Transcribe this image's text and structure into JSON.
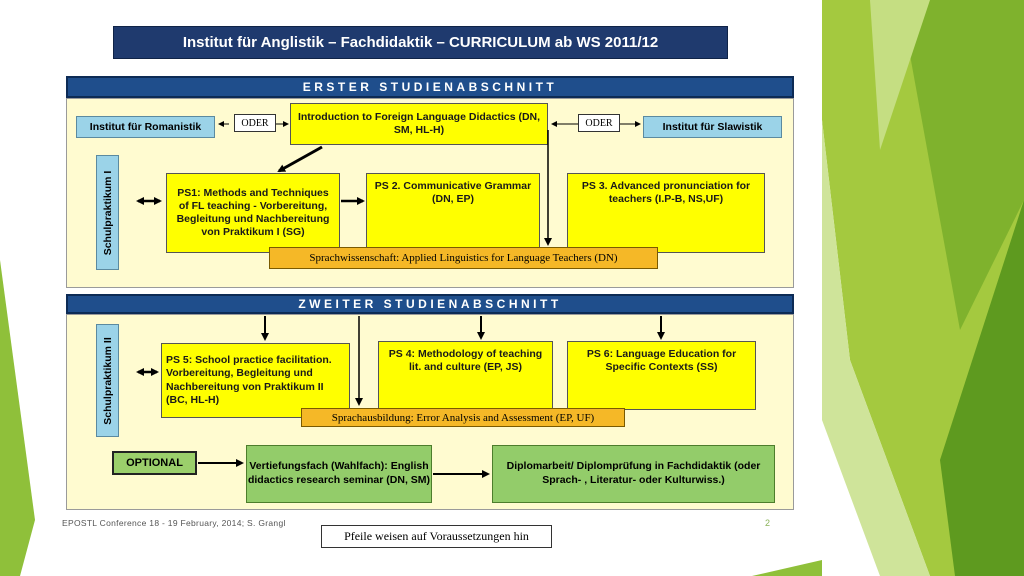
{
  "title": "Institut für Anglistik – Fachdidaktik – CURRICULUM ab WS 2011/12",
  "section1": {
    "header": "ERSTER STUDIENABSCHNITT",
    "romanistik": "Institut für Romanistik",
    "slawistik": "Institut für Slawistik",
    "oder": "ODER",
    "intro": "Introduction to Foreign Language Didactics (DN, SM, HL-H)",
    "schulpraktikum": "Schulpraktikum I",
    "ps1": "PS1: Methods and Techniques of FL teaching - Vorbereitung, Begleitung und Nachbereitung von Praktikum I (SG)",
    "ps2": "PS 2. Communicative Grammar (DN, EP)",
    "ps3": "PS 3. Advanced pronunciation for teachers (I.P-B, NS,UF)",
    "sprachwissenschaft": "Sprachwissenschaft: Applied Linguistics for Language Teachers (DN)"
  },
  "section2": {
    "header": "ZWEITER STUDIENABSCHNITT",
    "schulpraktikum": "Schulpraktikum II",
    "ps5": "PS 5: School practice facilitation. Vorbereitung, Begleitung und Nachbereitung von Praktikum II (BC, HL-H)",
    "ps4": "PS 4: Methodology of teaching lit. and culture (EP, JS)",
    "ps6": "PS 6: Language Education for Specific Contexts (SS)",
    "sprachausbildung": "Sprachausbildung: Error Analysis and Assessment (EP, UF)",
    "optional": "OPTIONAL",
    "vertiefung": "Vertiefungsfach (Wahlfach): English didactics research seminar (DN, SM)",
    "diplom": "Diplomarbeit/ Diplomprüfung in Fachdidaktik (oder Sprach- , Literatur- oder Kulturwiss.)"
  },
  "footer": {
    "text": "EPOSTL Conference 18 -  19 February, 2014; S. Grangl",
    "page": "2",
    "note": "Pfeile weisen auf Voraussetzungen hin"
  },
  "colors": {
    "green_light": "#9cc43f",
    "green_dark": "#5e9a1f",
    "header_blue": "#1f4e8c",
    "box_yellow": "#ffff00",
    "box_orange": "#f5b827",
    "box_blue": "#9bd3e8",
    "box_green": "#93cc6a"
  }
}
